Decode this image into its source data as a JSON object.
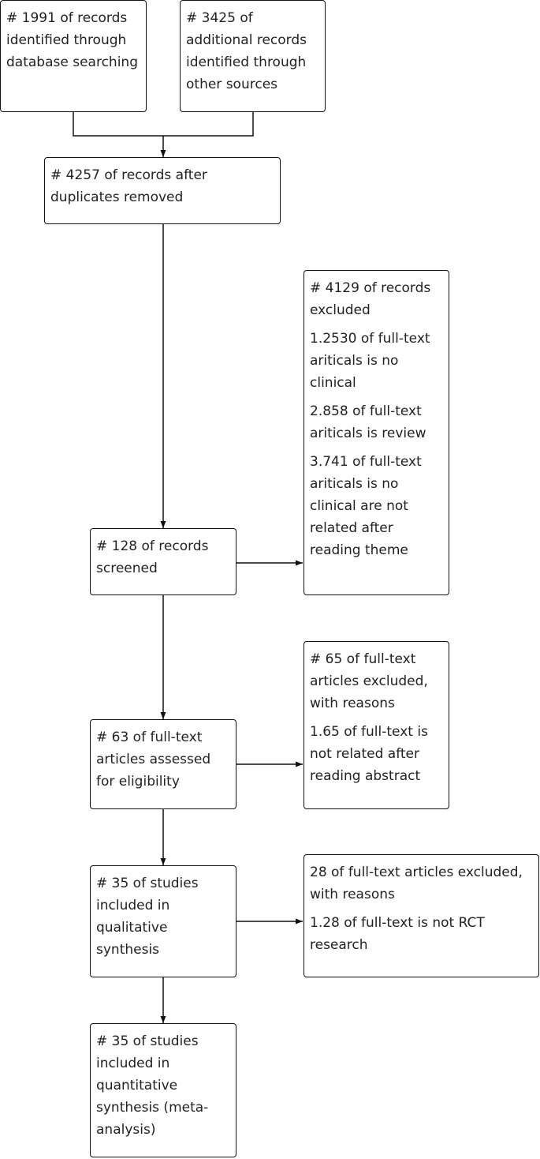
{
  "diagram": {
    "identification": {
      "database": "# 1991 of records identified through database searching",
      "other_sources": "# 3425 of additional records identified through other sources"
    },
    "after_duplicates": "# 4257 of records after duplicates removed",
    "screened": "# 128 of records screened",
    "screen_excluded": {
      "heading": "# 4129 of records excluded",
      "reason_1": "1.2530 of full-text ariticals is no clinical",
      "reason_2": "2.858 of full-text ariticals is review",
      "reason_3": "3.741 of full-text ariticals is no clinical are not related after reading theme"
    },
    "eligibility": "# 63 of full-text articles assessed for eligibility",
    "eligibility_excluded": {
      "heading": "# 65 of full-text articles excluded, with reasons",
      "reason_1": "1.65 of full-text is not related after reading abstract"
    },
    "qualitative": "# 35 of studies included in qualitative synthesis",
    "qualitative_excluded": {
      "heading": "28 of full-text articles excluded, with reasons",
      "reason_1": "1.28 of full-text is not RCT research"
    },
    "quantitative": "# 35 of studies included in quantitative synthesis (meta-analysis)"
  }
}
